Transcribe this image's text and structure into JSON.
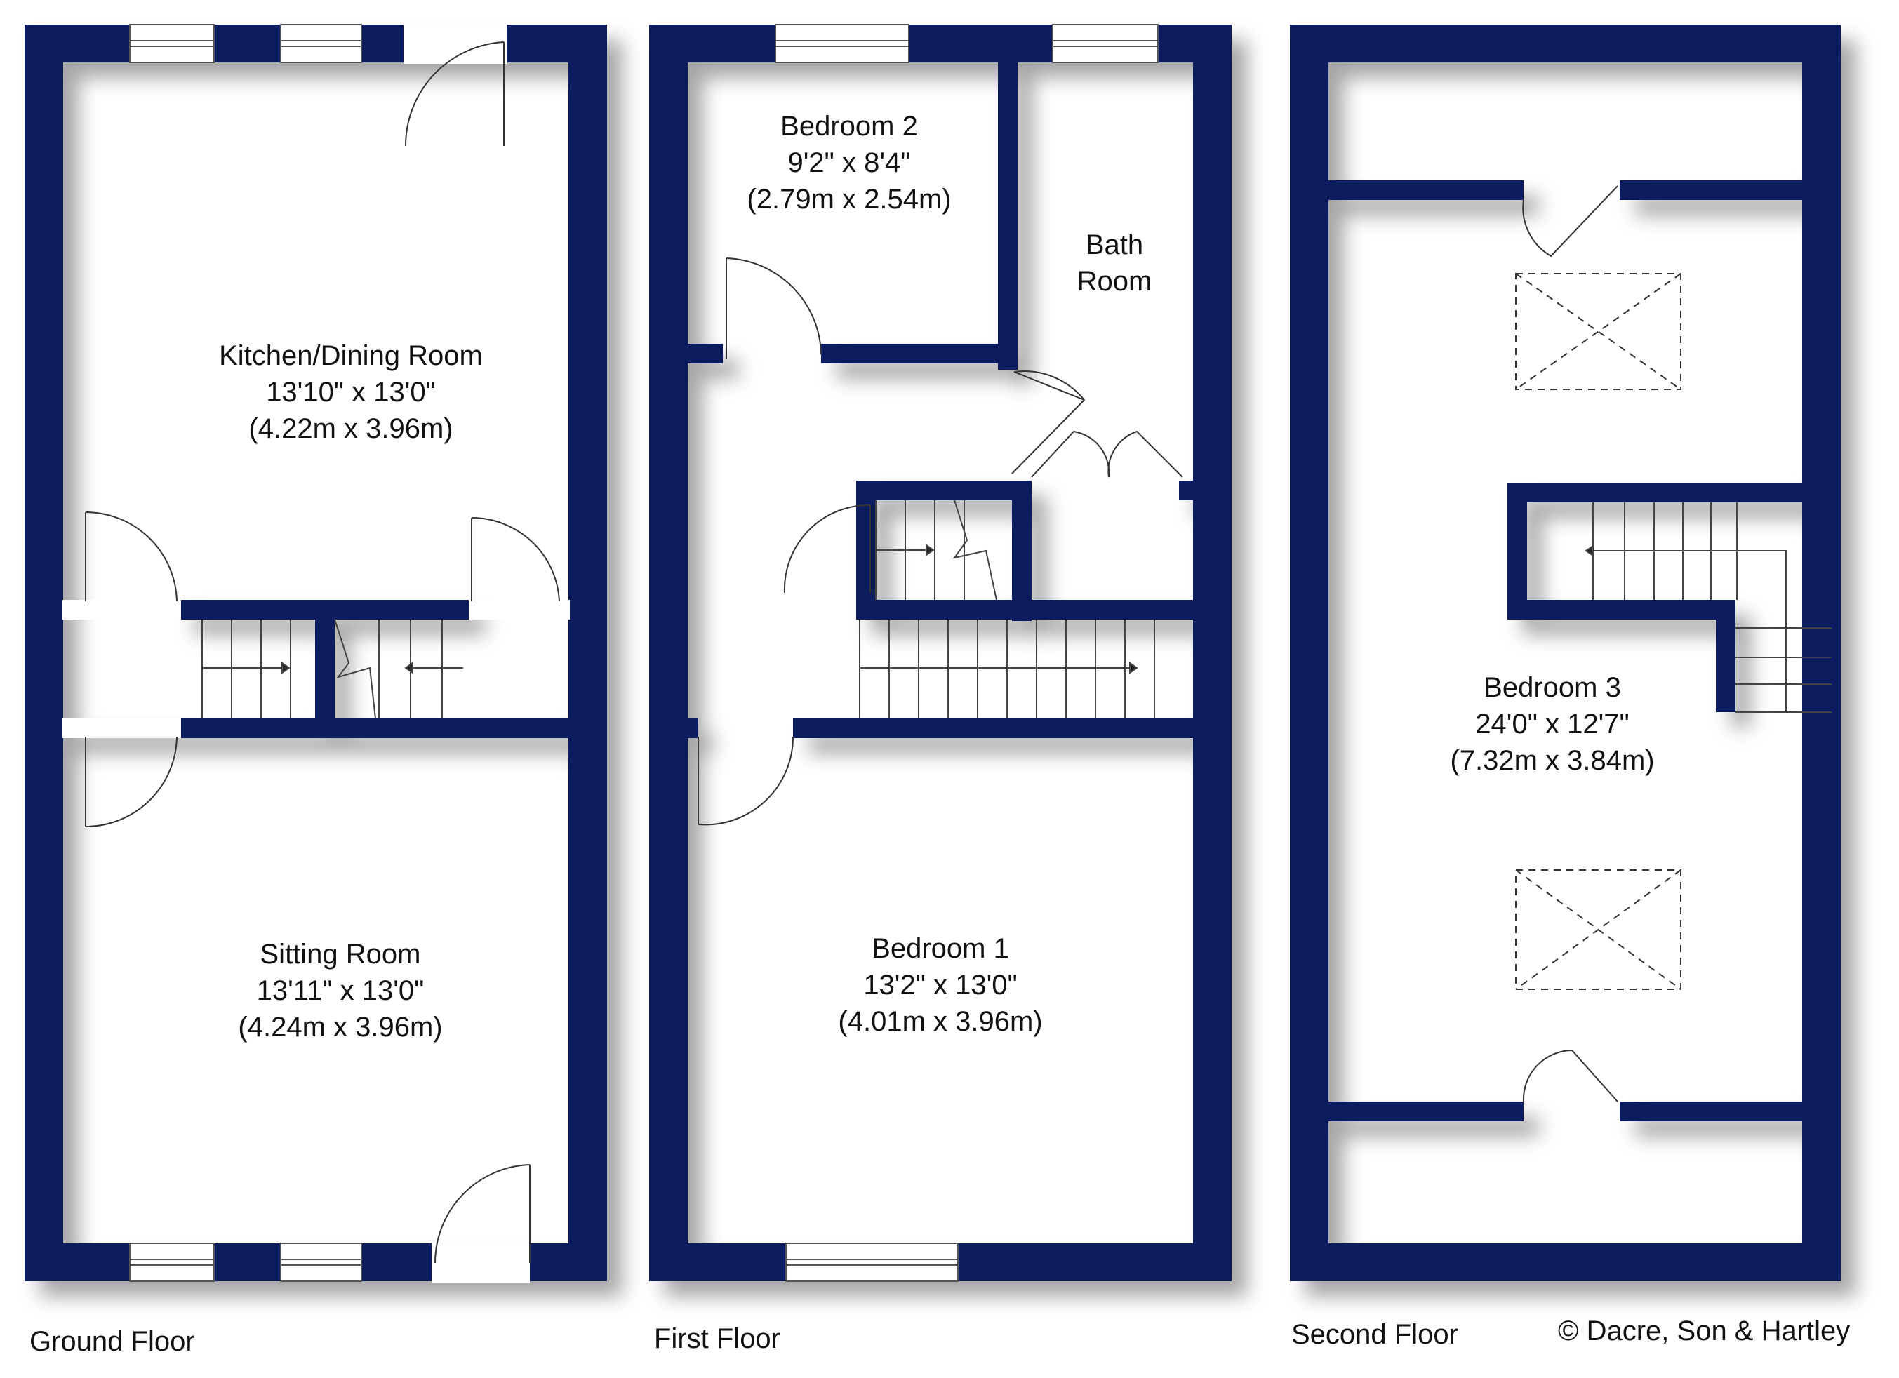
{
  "colors": {
    "wall": "#0b1f5e",
    "line": "#333333",
    "background": "#ffffff"
  },
  "floors": [
    {
      "name": "Ground Floor",
      "rooms": [
        {
          "name": "Kitchen/Dining Room",
          "imperial": "13'10\" x 13'0\"",
          "metric": "(4.22m x 3.96m)"
        },
        {
          "name": "Sitting Room",
          "imperial": "13'11\" x 13'0\"",
          "metric": "(4.24m x 3.96m)"
        }
      ]
    },
    {
      "name": "First Floor",
      "rooms": [
        {
          "name": "Bedroom 2",
          "imperial": "9'2\" x 8'4\"",
          "metric": "(2.79m x 2.54m)"
        },
        {
          "name": "Bath",
          "name2": "Room"
        },
        {
          "name": "Bedroom 1",
          "imperial": "13'2\" x 13'0\"",
          "metric": "(4.01m x 3.96m)"
        }
      ]
    },
    {
      "name": "Second Floor",
      "rooms": [
        {
          "name": "Bedroom 3",
          "imperial": "24'0\" x 12'7\"",
          "metric": "(7.32m x 3.84m)"
        }
      ]
    }
  ],
  "copyright": "© Dacre, Son & Hartley"
}
